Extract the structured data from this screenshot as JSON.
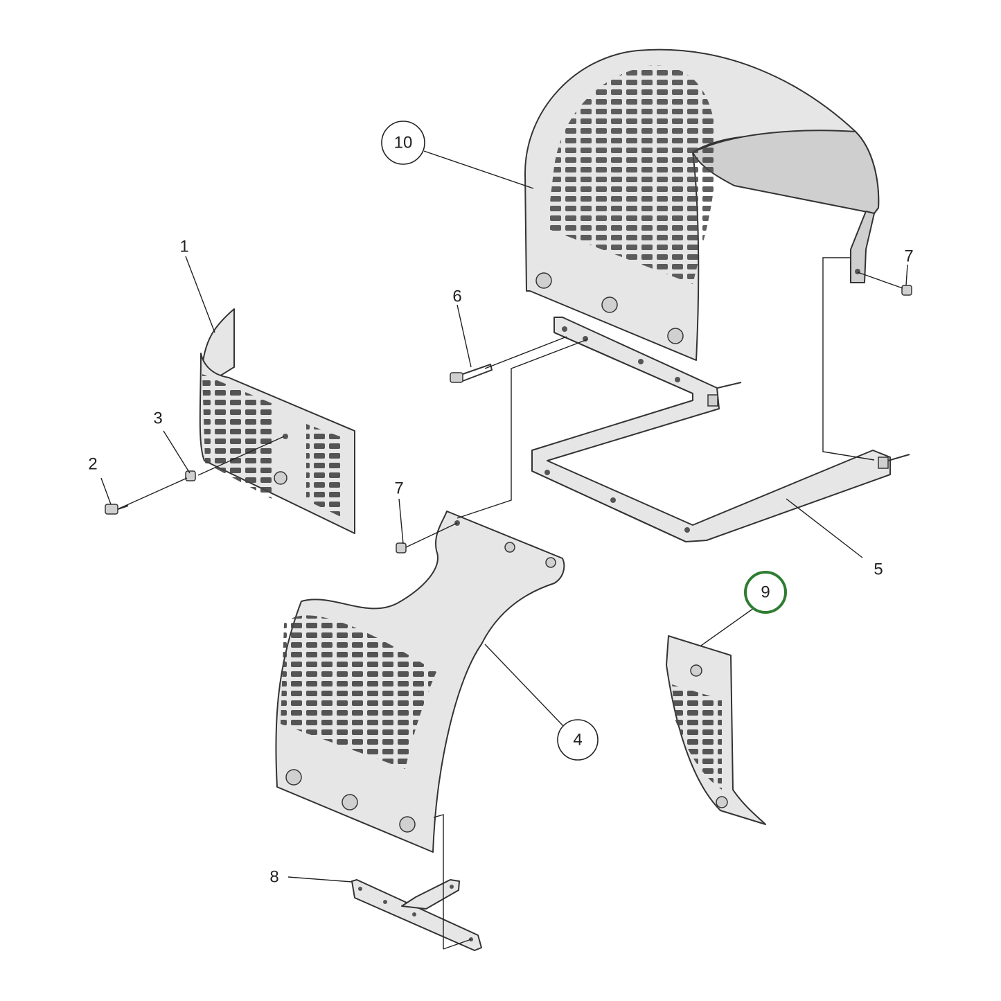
{
  "diagram": {
    "highlight_color": "#2e7d32",
    "callouts": [
      {
        "id": "10",
        "label": "10",
        "style": "circle"
      },
      {
        "id": "4",
        "label": "4",
        "style": "circle"
      },
      {
        "id": "9",
        "label": "9",
        "style": "circle",
        "highlighted": true
      }
    ],
    "labels": [
      {
        "id": "1",
        "label": "1"
      },
      {
        "id": "2",
        "label": "2"
      },
      {
        "id": "3",
        "label": "3"
      },
      {
        "id": "5",
        "label": "5"
      },
      {
        "id": "6",
        "label": "6"
      },
      {
        "id": "7a",
        "label": "7"
      },
      {
        "id": "7b",
        "label": "7"
      },
      {
        "id": "8",
        "label": "8"
      }
    ]
  }
}
